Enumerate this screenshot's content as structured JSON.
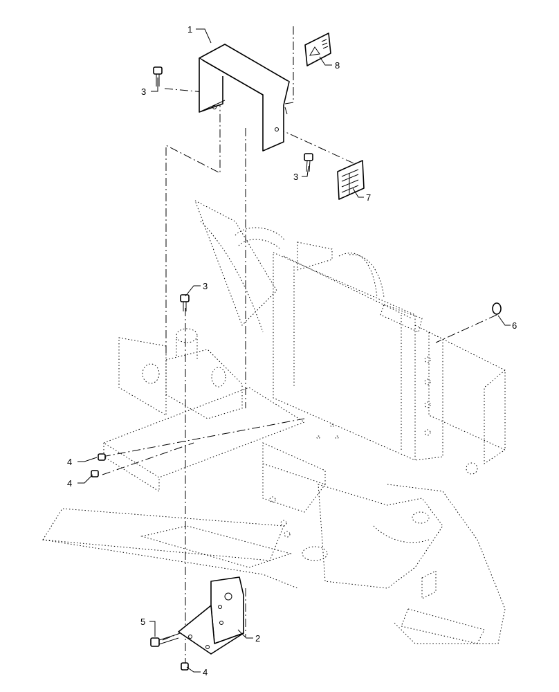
{
  "callouts": [
    {
      "id": "c1",
      "text": "1"
    },
    {
      "id": "c8",
      "text": "8"
    },
    {
      "id": "c3a",
      "text": "3"
    },
    {
      "id": "c3b",
      "text": "3"
    },
    {
      "id": "c7",
      "text": "7"
    },
    {
      "id": "c3c",
      "text": "3"
    },
    {
      "id": "c6",
      "text": "6"
    },
    {
      "id": "c4a",
      "text": "4"
    },
    {
      "id": "c4b",
      "text": "4"
    },
    {
      "id": "c5",
      "text": "5"
    },
    {
      "id": "c2",
      "text": "2"
    },
    {
      "id": "c4c",
      "text": "4"
    }
  ],
  "colors": {
    "line": "#000000",
    "background": "#ffffff"
  }
}
